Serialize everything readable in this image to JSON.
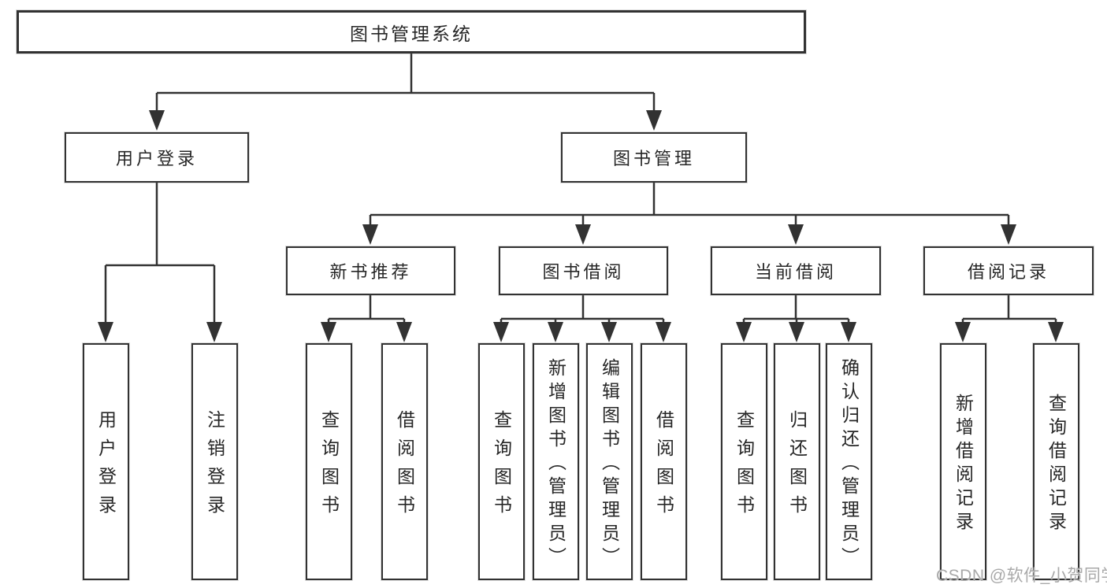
{
  "tree": {
    "root": {
      "label": "图书管理系统"
    },
    "branches": [
      {
        "label": "用户登录",
        "children": [
          {
            "label": "用户登录"
          },
          {
            "label": "注销登录"
          }
        ]
      },
      {
        "label": "图书管理",
        "sections": [
          {
            "label": "新书推荐",
            "children": [
              {
                "label": "查询图书"
              },
              {
                "label": "借阅图书"
              }
            ]
          },
          {
            "label": "图书借阅",
            "children": [
              {
                "label": "查询图书"
              },
              {
                "label": "新增图书（管理员）"
              },
              {
                "label": "编辑图书（管理员）"
              },
              {
                "label": "借阅图书"
              }
            ]
          },
          {
            "label": "当前借阅",
            "children": [
              {
                "label": "查询图书"
              },
              {
                "label": "归还图书"
              },
              {
                "label": "确认归还（管理员）"
              }
            ]
          },
          {
            "label": "借阅记录",
            "children": [
              {
                "label": "新增借阅记录"
              },
              {
                "label": "查询借阅记录"
              }
            ]
          }
        ]
      }
    ]
  },
  "watermark": "CSDN @软件_小贺同学",
  "colors": {
    "line": "#323232",
    "box_border": "#323232",
    "text": "#262626",
    "watermark": "#a9a9a9"
  }
}
